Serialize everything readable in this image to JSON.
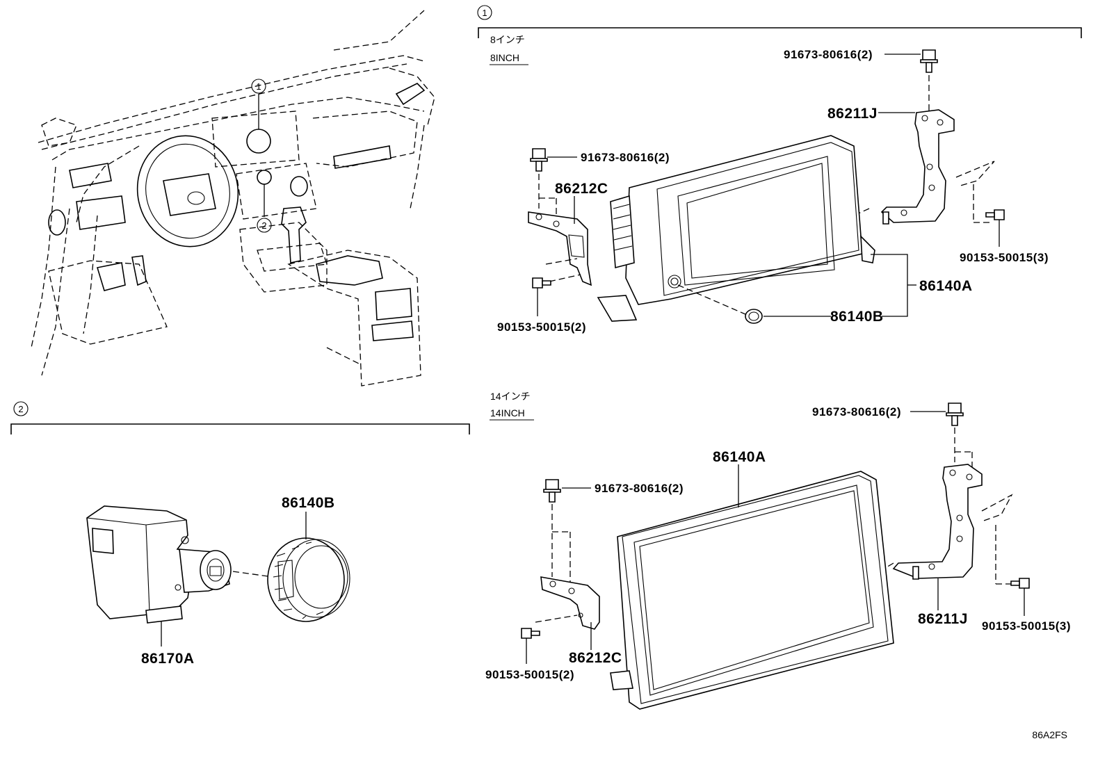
{
  "diagram_code": "86A2FS",
  "sections": {
    "s1": {
      "marker": "1",
      "size_jp": "8インチ",
      "size_en": "8INCH"
    },
    "s1b": {
      "size_jp": "14インチ",
      "size_en": "14INCH"
    },
    "s2": {
      "marker": "2"
    }
  },
  "callouts": {
    "c1": "1",
    "c2": "2"
  },
  "parts_8inch": {
    "bolt_top": "91673-80616(2)",
    "bracket_right": "86211J",
    "bolt_left": "91673-80616(2)",
    "bracket_left": "86212C",
    "screw_right": "90153-50015(3)",
    "display": "86140A",
    "knob": "86140B",
    "screw_left": "90153-50015(2)"
  },
  "parts_14inch": {
    "bolt_top": "91673-80616(2)",
    "display": "86140A",
    "bolt_left": "91673-80616(2)",
    "bracket_right": "86211J",
    "screw_right": "90153-50015(3)",
    "bracket_left": "86212C",
    "screw_left": "90153-50015(2)"
  },
  "parts_section2": {
    "knob": "86140B",
    "controller": "86170A"
  }
}
